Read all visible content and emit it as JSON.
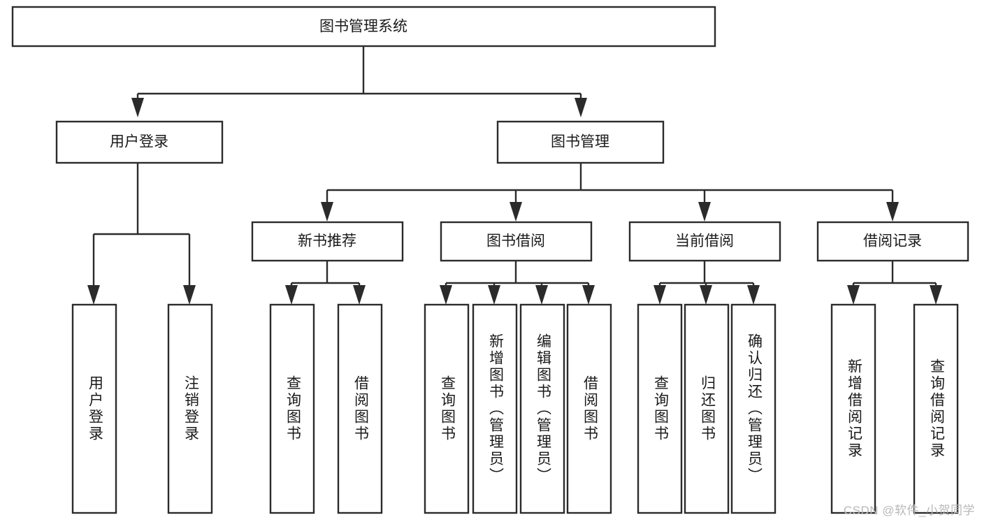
{
  "diagram": {
    "type": "tree",
    "title": "图书管理系统",
    "orientation": "top-down",
    "levels": 4,
    "root": {
      "id": "root",
      "label": "图书管理系统"
    },
    "level2": [
      {
        "id": "user-login",
        "label": "用户登录"
      },
      {
        "id": "book-manage",
        "label": "图书管理"
      }
    ],
    "level3": [
      {
        "id": "new-book-recommend",
        "label": "新书推荐",
        "parent": "book-manage"
      },
      {
        "id": "book-borrow",
        "label": "图书借阅",
        "parent": "book-manage"
      },
      {
        "id": "current-borrow",
        "label": "当前借阅",
        "parent": "book-manage"
      },
      {
        "id": "borrow-record",
        "label": "借阅记录",
        "parent": "book-manage"
      }
    ],
    "leaves": [
      {
        "id": "leaf-user-login",
        "label": "用户登录",
        "parent": "user-login"
      },
      {
        "id": "leaf-logout-login",
        "label": "注销登录",
        "parent": "user-login"
      },
      {
        "id": "leaf-query-book-1",
        "label": "查询图书",
        "parent": "new-book-recommend"
      },
      {
        "id": "leaf-borrow-book-1",
        "label": "借阅图书",
        "parent": "new-book-recommend"
      },
      {
        "id": "leaf-query-book-2",
        "label": "查询图书",
        "parent": "book-borrow"
      },
      {
        "id": "leaf-add-book",
        "label": "新增图书（管理员）",
        "parent": "book-borrow"
      },
      {
        "id": "leaf-edit-book",
        "label": "编辑图书（管理员）",
        "parent": "book-borrow"
      },
      {
        "id": "leaf-borrow-book-2",
        "label": "借阅图书",
        "parent": "book-borrow"
      },
      {
        "id": "leaf-query-book-3",
        "label": "查询图书",
        "parent": "current-borrow"
      },
      {
        "id": "leaf-return-book",
        "label": "归还图书",
        "parent": "current-borrow"
      },
      {
        "id": "leaf-confirm-return",
        "label": "确认归还（管理员）",
        "parent": "current-borrow"
      },
      {
        "id": "leaf-add-record",
        "label": "新增借阅记录",
        "parent": "borrow-record"
      },
      {
        "id": "leaf-query-record",
        "label": "查询借阅记录",
        "parent": "borrow-record"
      }
    ]
  },
  "watermark": {
    "text": "CSDN @软件_小贺同学"
  },
  "colors": {
    "stroke": "#2b2b2b",
    "fill": "#ffffff",
    "text": "#1a1a1a",
    "watermark": "#b8b8b8"
  }
}
